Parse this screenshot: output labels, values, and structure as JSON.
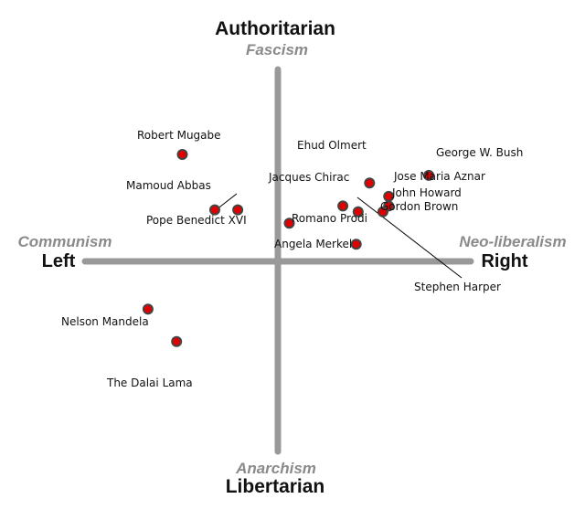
{
  "axes": {
    "top": {
      "label": "Authoritarian",
      "sublabel": "Fascism"
    },
    "bottom": {
      "label": "Libertarian",
      "sublabel": "Anarchism"
    },
    "left": {
      "label": "Left",
      "sublabel": "Communism"
    },
    "right": {
      "label": "Right",
      "sublabel": "Neo-liberalism"
    }
  },
  "colors": {
    "point_fill": "#e00000",
    "point_stroke": "#444444",
    "axis": "#999999"
  },
  "chart_data": {
    "type": "scatter",
    "xlim": [
      -1,
      1
    ],
    "ylim": [
      -1,
      1
    ],
    "grid": false,
    "points": [
      {
        "name": "Robert Mugabe",
        "x": -0.5,
        "y": 0.56
      },
      {
        "name": "Ehud Olmert",
        "x": 0.48,
        "y": 0.41
      },
      {
        "name": "George W. Bush",
        "x": 0.79,
        "y": 0.45
      },
      {
        "name": "Jose Maria Aznar",
        "x": 0.58,
        "y": 0.34
      },
      {
        "name": "Jacques Chirac",
        "x": 0.34,
        "y": 0.29
      },
      {
        "name": "John Howard",
        "x": 0.58,
        "y": 0.29
      },
      {
        "name": "Gordon Brown",
        "x": 0.55,
        "y": 0.26
      },
      {
        "name": "Stephen Harper",
        "x": 0.42,
        "y": 0.26
      },
      {
        "name": "Mamoud Abbas",
        "x": -0.33,
        "y": 0.27
      },
      {
        "name": "Pope Benedict XVI",
        "x": -0.21,
        "y": 0.27
      },
      {
        "name": "Romano Prodi",
        "x": 0.06,
        "y": 0.2
      },
      {
        "name": "Angela Merkel",
        "x": 0.41,
        "y": 0.09
      },
      {
        "name": "Nelson Mandela",
        "x": -0.68,
        "y": -0.25
      },
      {
        "name": "The Dalai Lama",
        "x": -0.53,
        "y": -0.42
      }
    ]
  }
}
